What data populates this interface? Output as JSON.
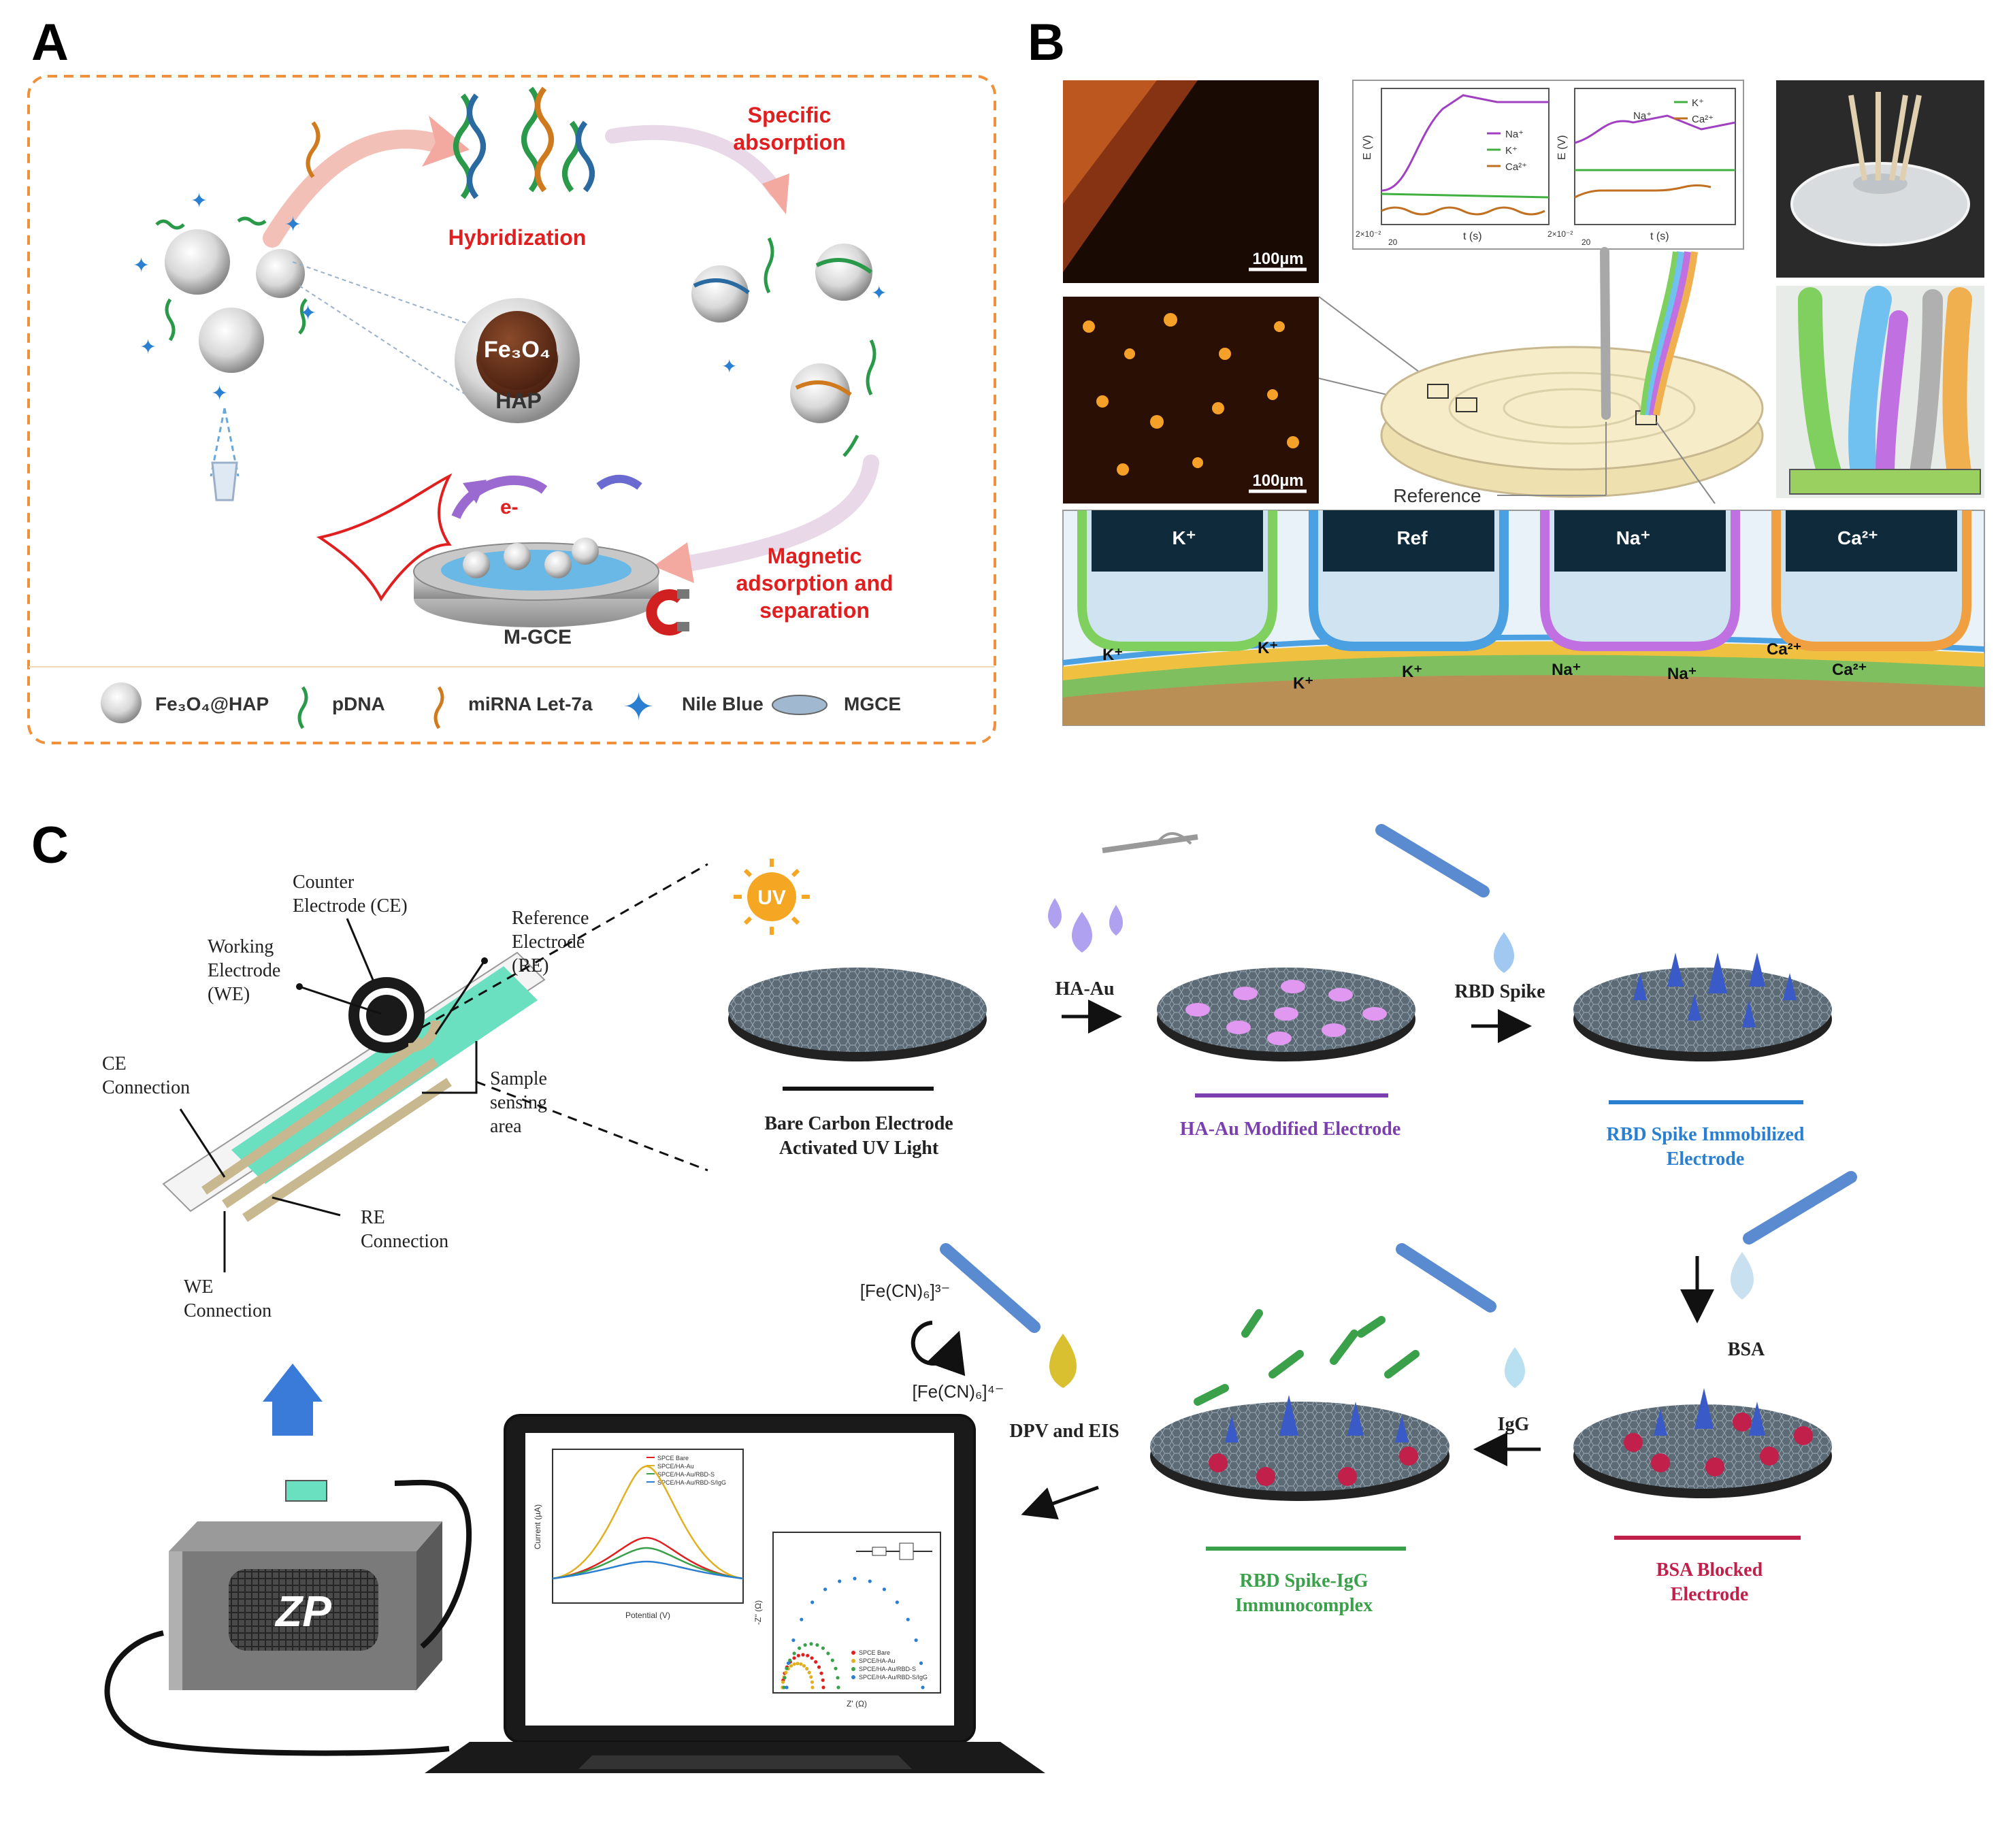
{
  "panels": {
    "A": {
      "label": "A",
      "steps": {
        "hybridization": "Hybridization",
        "specific_absorption": [
          "Specific",
          "absorption"
        ],
        "magnetic": [
          "Magnetic",
          "adsorption and",
          "separation"
        ]
      },
      "core_label": "Fe₃O₄",
      "shell_label": "HAP",
      "electron": "e-",
      "electrode_label": "M-GCE",
      "legend": {
        "particle": "Fe₃O₄@HAP",
        "pdna": "pDNA",
        "mirna": "miRNA Let-7a",
        "dye": "Nile Blue",
        "mgce": "MGCE"
      },
      "colors": {
        "red_text": "#e02020",
        "border": "#f0903a"
      }
    },
    "B": {
      "label": "B",
      "scale_bar": "100µm",
      "plot1": {
        "ylabel": "E (V)",
        "xlabel": "t (s)",
        "tick_y": "2×10⁻²",
        "tick_x": "20",
        "legend": [
          "Na⁺",
          "K⁺",
          "Ca²⁺"
        ]
      },
      "plot2": {
        "ylabel": "E (V)",
        "xlabel": "t (s)",
        "tick_y": "2×10⁻²",
        "tick_x": "20",
        "legend": [
          "K⁺",
          "Ca²⁺"
        ],
        "na_label": "Na⁺"
      },
      "reference_label": "Reference",
      "electrodes": [
        "K⁺",
        "Ref",
        "Na⁺",
        "Ca²⁺"
      ],
      "ions": {
        "k": "K⁺",
        "na": "Na⁺",
        "ca": "Ca²⁺"
      }
    },
    "C": {
      "label": "C",
      "sensor": {
        "counter": [
          "Counter",
          "Electrode (CE)"
        ],
        "working": [
          "Working",
          "Electrode",
          "(WE)"
        ],
        "reference": [
          "Reference",
          "Electrode",
          "(RE)"
        ],
        "ce_conn": [
          "CE",
          "Connection"
        ],
        "sample": [
          "Sample",
          "sensing",
          "area"
        ],
        "re_conn": [
          "RE",
          "Connection"
        ],
        "we_conn": [
          "WE",
          "Connection"
        ]
      },
      "uv": "UV",
      "steps": {
        "bare": [
          "Bare Carbon Electrode",
          "Activated UV Light"
        ],
        "ha_au_drop": "HA-Au",
        "ha_au": "HA-Au Modified Electrode",
        "rbd_drop": "RBD Spike",
        "rbd": [
          "RBD Spike Immobilized",
          "Electrode"
        ],
        "bsa_drop": "BSA",
        "bsa": [
          "BSA Blocked",
          "Electrode"
        ],
        "igg_drop": "IgG",
        "igg": [
          "RBD Spike-IgG",
          "Immunocomplex"
        ],
        "dpv": "DPV and EIS",
        "fe3": "[Fe(CN)₆]³⁻",
        "fe4": "[Fe(CN)₆]⁴⁻"
      },
      "device": "ZP",
      "dpv_chart": {
        "xlabel": "Potential (V)",
        "ylabel": "Current (µA)",
        "legend": [
          "SPCE Bare",
          "SPCE/HA-Au",
          "SPCE/HA-Au/RBD-S",
          "SPCE/HA-Au/RBD-S/IgG"
        ]
      },
      "eis_chart": {
        "xlabel": "Z' (Ω)",
        "ylabel": "-Z'' (Ω)",
        "legend": [
          "SPCE Bare",
          "SPCE/HA-Au",
          "SPCE/HA-Au/RBD-S",
          "SPCE/HA-Au/RBD-S/IgG"
        ]
      },
      "colors": {
        "purple": "#7b3fb0",
        "blue": "#2a7fd0",
        "green": "#3aa04a",
        "red": "#c0204a"
      }
    }
  }
}
